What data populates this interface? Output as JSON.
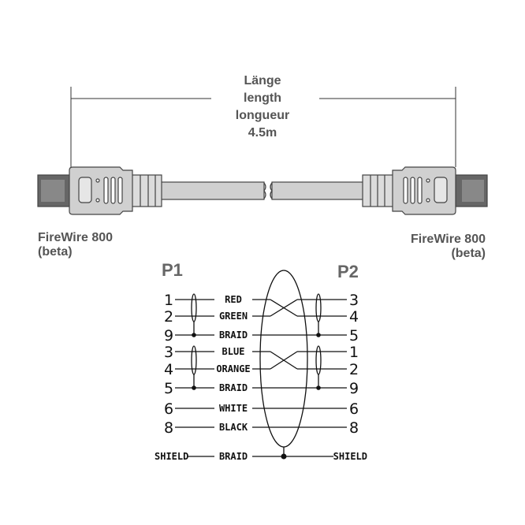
{
  "length": {
    "lines": [
      "Länge",
      "length",
      "longueur",
      "4.5m"
    ]
  },
  "connector_left": {
    "name": "FireWire 800",
    "sub": "(beta)"
  },
  "connector_right": {
    "name": "FireWire 800",
    "sub": "(beta)"
  },
  "wiring": {
    "p1_label": "P1",
    "p2_label": "P2",
    "rows": [
      {
        "p1": "1",
        "wire": "RED",
        "p2": "3"
      },
      {
        "p1": "2",
        "wire": "GREEN",
        "p2": "4"
      },
      {
        "p1": "9",
        "wire": "BRAID",
        "p2": "5"
      },
      {
        "p1": "3",
        "wire": "BLUE",
        "p2": "1"
      },
      {
        "p1": "4",
        "wire": "ORANGE",
        "p2": "2"
      },
      {
        "p1": "5",
        "wire": "BRAID",
        "p2": "9"
      },
      {
        "p1": "6",
        "wire": "WHITE",
        "p2": "6"
      },
      {
        "p1": "8",
        "wire": "BLACK",
        "p2": "8"
      },
      {
        "p1": "SHIELD",
        "wire": "BRAID",
        "p2": "SHIELD"
      }
    ]
  }
}
